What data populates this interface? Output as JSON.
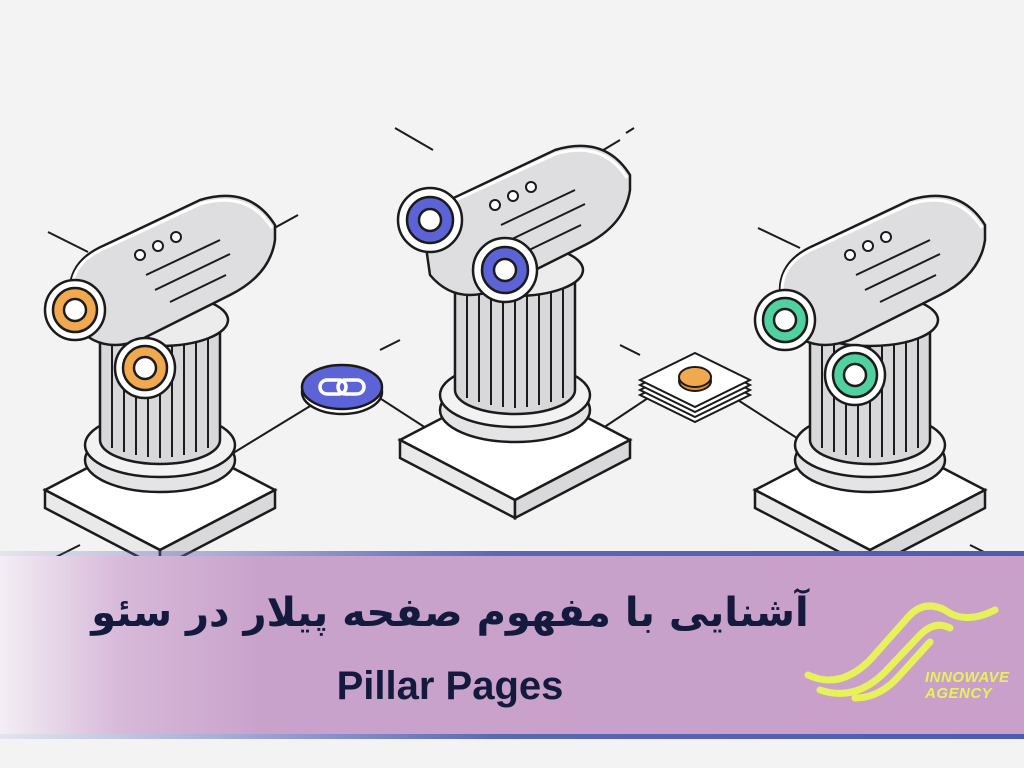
{
  "title_fa": "آشنایی با مفهوم صفحه پیلار در سئو",
  "title_en": "Pillar Pages",
  "logo": {
    "line1": "INNOWAVE",
    "line2": "AGENCY",
    "color": "#e7f25a"
  },
  "colors": {
    "pillar_left_accent": "#f0a94e",
    "pillar_center_accent": "#5b63d6",
    "pillar_right_accent": "#4fd1a0",
    "link_node": "#5b63d6",
    "coin": "#f0a94e",
    "banner": "#c8a0ca",
    "title_text": "#141a3d"
  },
  "icons": [
    "pillar-icon",
    "link-icon",
    "coin-stack-icon"
  ]
}
